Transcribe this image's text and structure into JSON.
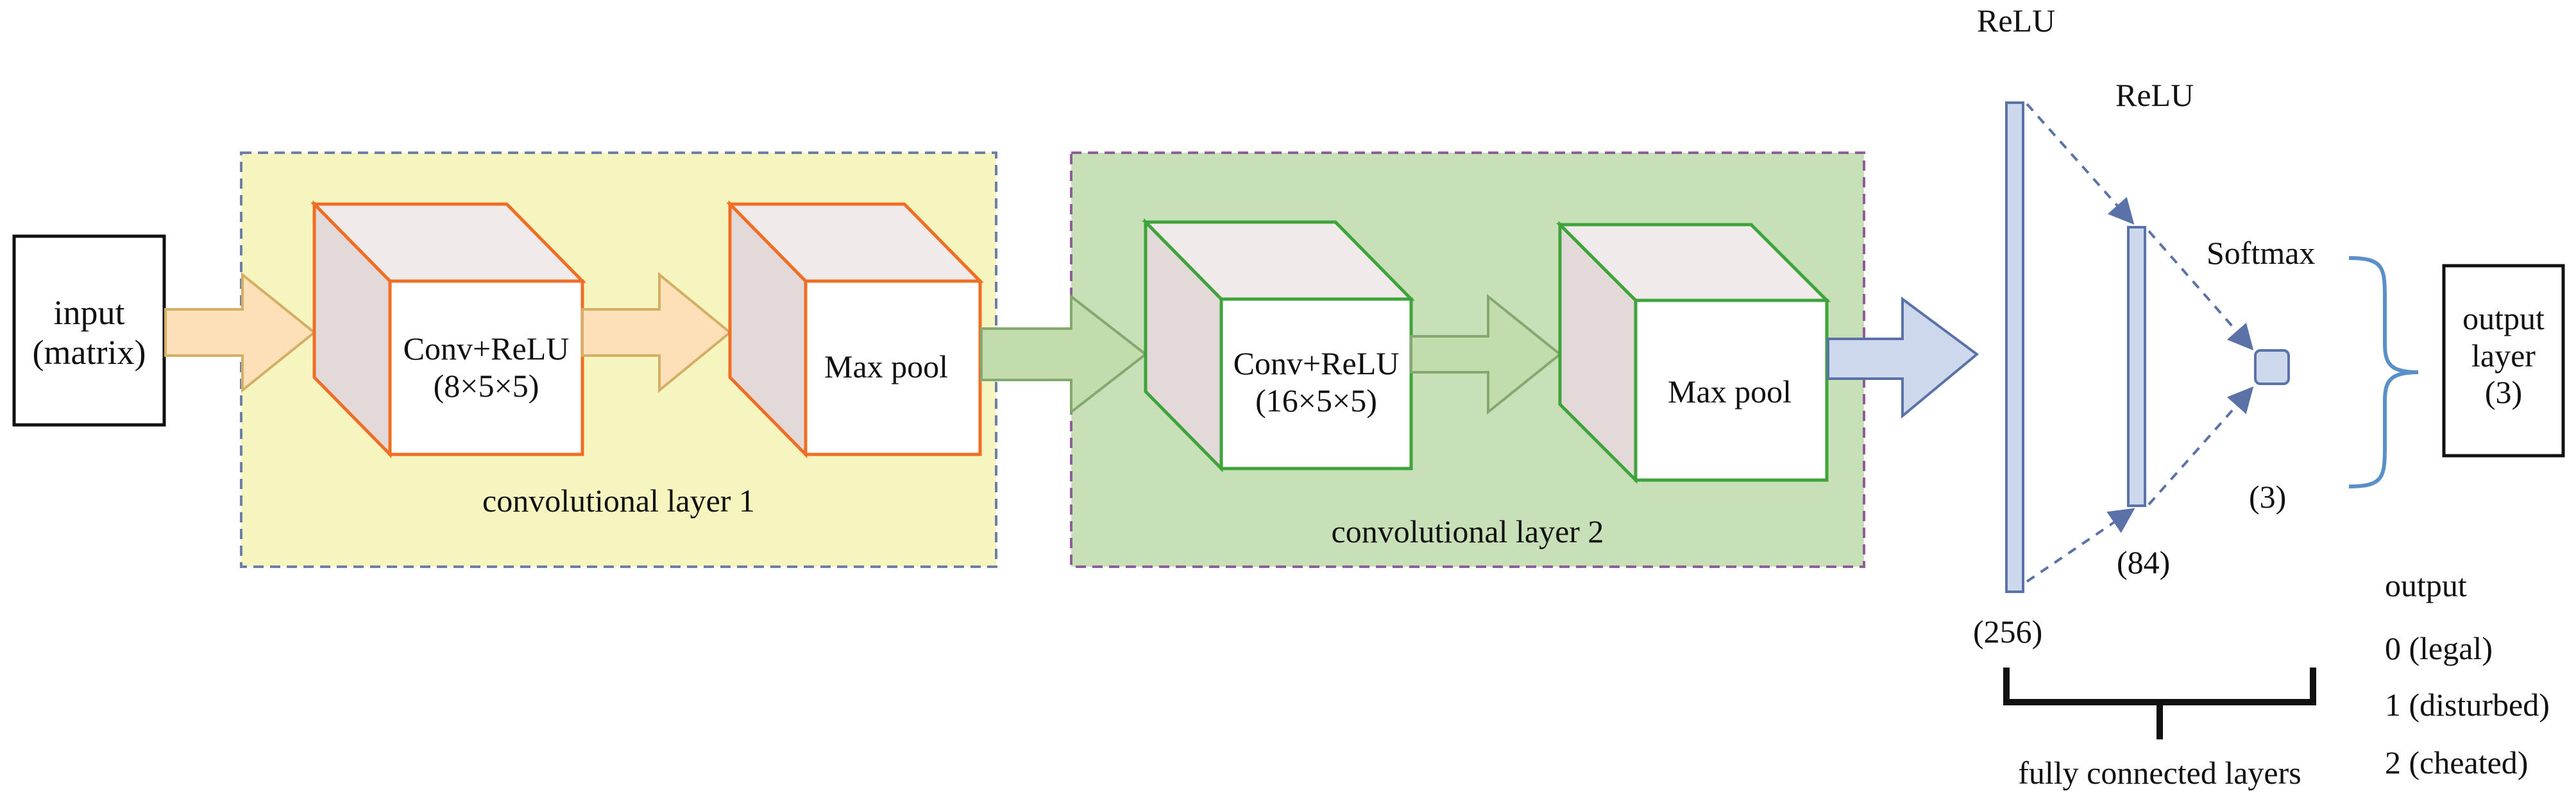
{
  "input": {
    "line1": "input",
    "line2": "(matrix)"
  },
  "conv1": {
    "title": "convolutional layer 1",
    "conv_line1": "Conv+ReLU",
    "conv_line2": "(8×5×5)",
    "pool": "Max pool"
  },
  "conv2": {
    "title": "convolutional layer 2",
    "conv_line1": "Conv+ReLU",
    "conv_line2": "(16×5×5)",
    "pool": "Max pool"
  },
  "fc": {
    "activation1": "ReLU",
    "activation2": "ReLU",
    "activation3": "Softmax",
    "size1": "(256)",
    "size2": "(84)",
    "size3": "(3)",
    "caption": "fully connected layers"
  },
  "output_layer": {
    "line1": "output",
    "line2": "layer",
    "line3": "(3)"
  },
  "outputs": {
    "heading": "output",
    "items": [
      "0 (legal)",
      "1 (disturbed)",
      "2 (cheated)"
    ]
  },
  "colors": {
    "conv1_bg": "#f7f5bf",
    "conv2_bg": "#c8e0b8",
    "orange": "#ef6e24",
    "green": "#3ea33a",
    "fc_fill": "#cdd8ec",
    "fc_stroke": "#5a72a8",
    "brace": "#5b8fc7"
  }
}
